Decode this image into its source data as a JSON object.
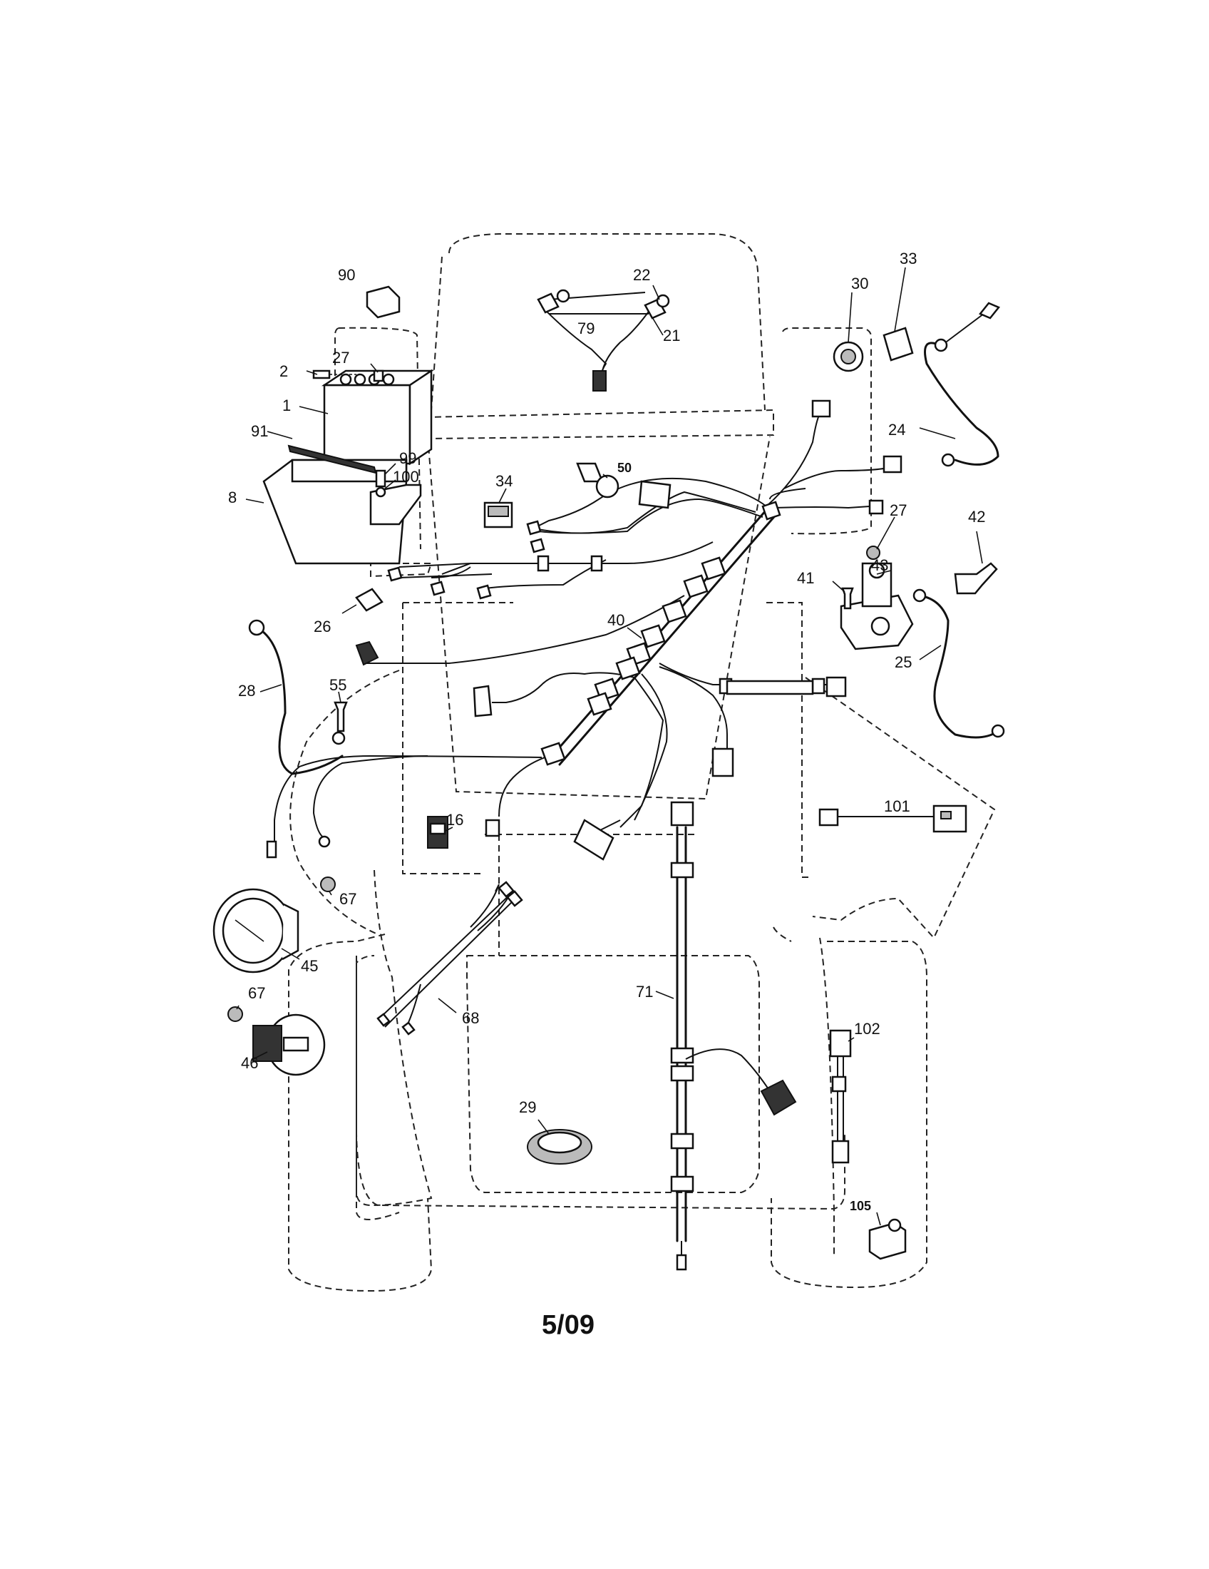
{
  "callouts": {
    "c1": "1",
    "c2": "2",
    "c8": "8",
    "c16": "16",
    "c21": "21",
    "c22": "22",
    "c24": "24",
    "c25": "25",
    "c26": "26",
    "c27a": "27",
    "c27b": "27",
    "c28": "28",
    "c29": "29",
    "c30": "30",
    "c33": "33",
    "c34": "34",
    "c40": "40",
    "c41": "41",
    "c42": "42",
    "c43": "43",
    "c45": "45",
    "c46": "46",
    "c50": "50",
    "c55": "55",
    "c67a": "67",
    "c67b": "67",
    "c68": "68",
    "c71": "71",
    "c79": "79",
    "c90": "90",
    "c91": "91",
    "c99": "99",
    "c100": "100",
    "c101": "101",
    "c102": "102",
    "c105": "105"
  },
  "footer": {
    "date_code": "5/09"
  }
}
